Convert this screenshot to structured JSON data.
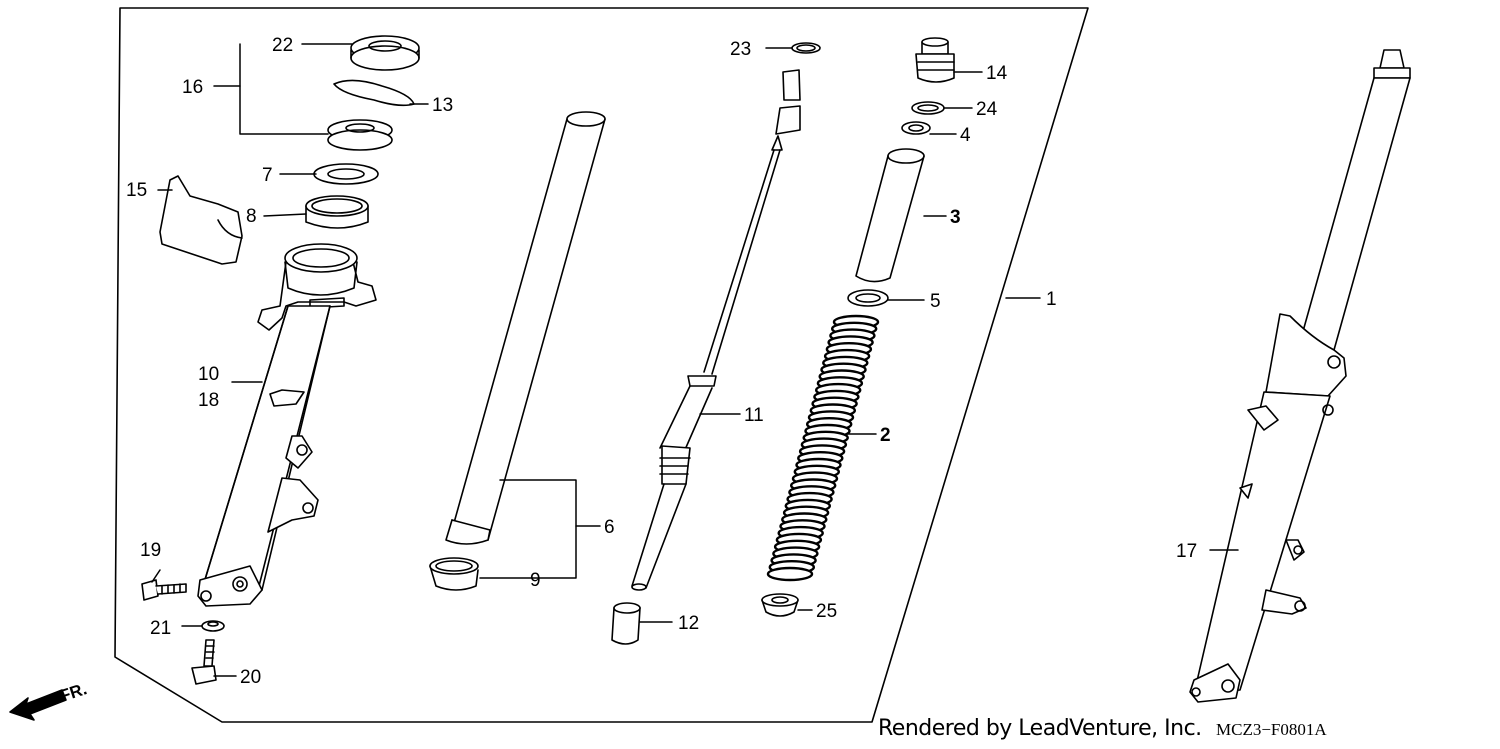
{
  "diagram": {
    "callouts": {
      "c1": "1",
      "c2": "2",
      "c3": "3",
      "c4": "4",
      "c5": "5",
      "c6": "6",
      "c7": "7",
      "c8": "8",
      "c9": "9",
      "c10": "10",
      "c11": "11",
      "c12": "12",
      "c13": "13",
      "c14": "14",
      "c15": "15",
      "c16": "16",
      "c17": "17",
      "c18": "18",
      "c19": "19",
      "c20": "20",
      "c21": "21",
      "c22": "22",
      "c23": "23",
      "c24": "24",
      "c25": "25"
    },
    "direction_label": "FR.",
    "credit": "Rendered by LeadVenture, Inc.",
    "diagram_code": "MCZ3−F0801A"
  }
}
